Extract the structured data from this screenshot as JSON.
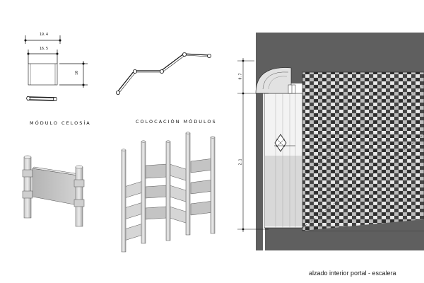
{
  "labels": {
    "modulo_celosia": "MÓDULO CELOSÍA",
    "colocacion_modulos": "COLOCACIÓN MÓDULOS"
  },
  "dimensions": {
    "top_width_outer": "19.4",
    "top_width_inner": "16.5",
    "side_height": "10",
    "elev_upper": "0.7",
    "elev_lower": "2.1"
  },
  "caption": "alzado interior portal - escalera",
  "colors": {
    "dark_gray": "#5a5a5a",
    "mid_gray": "#9a9a9a",
    "light_gray": "#d8d8d8",
    "line": "#111111",
    "wall_white": "#f3f3f3"
  }
}
